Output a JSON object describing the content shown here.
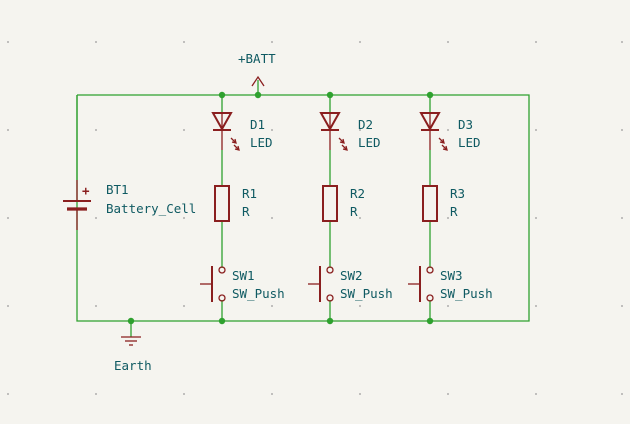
{
  "power": {
    "label": "+BATT"
  },
  "ground": {
    "label": "Earth"
  },
  "battery": {
    "ref": "BT1",
    "value": "Battery_Cell"
  },
  "branches": [
    {
      "led_ref": "D1",
      "led_value": "LED",
      "res_ref": "R1",
      "res_value": "R",
      "sw_ref": "SW1",
      "sw_value": "SW_Push"
    },
    {
      "led_ref": "D2",
      "led_value": "LED",
      "res_ref": "R2",
      "res_value": "R",
      "sw_ref": "SW2",
      "sw_value": "SW_Push"
    },
    {
      "led_ref": "D3",
      "led_value": "LED",
      "res_ref": "R3",
      "res_value": "R",
      "sw_ref": "SW3",
      "sw_value": "SW_Push"
    }
  ],
  "colors": {
    "wire": "#2fa12f",
    "symbol": "#8a1f1f",
    "text": "#0f5a62",
    "background": "#f5f4ef"
  }
}
